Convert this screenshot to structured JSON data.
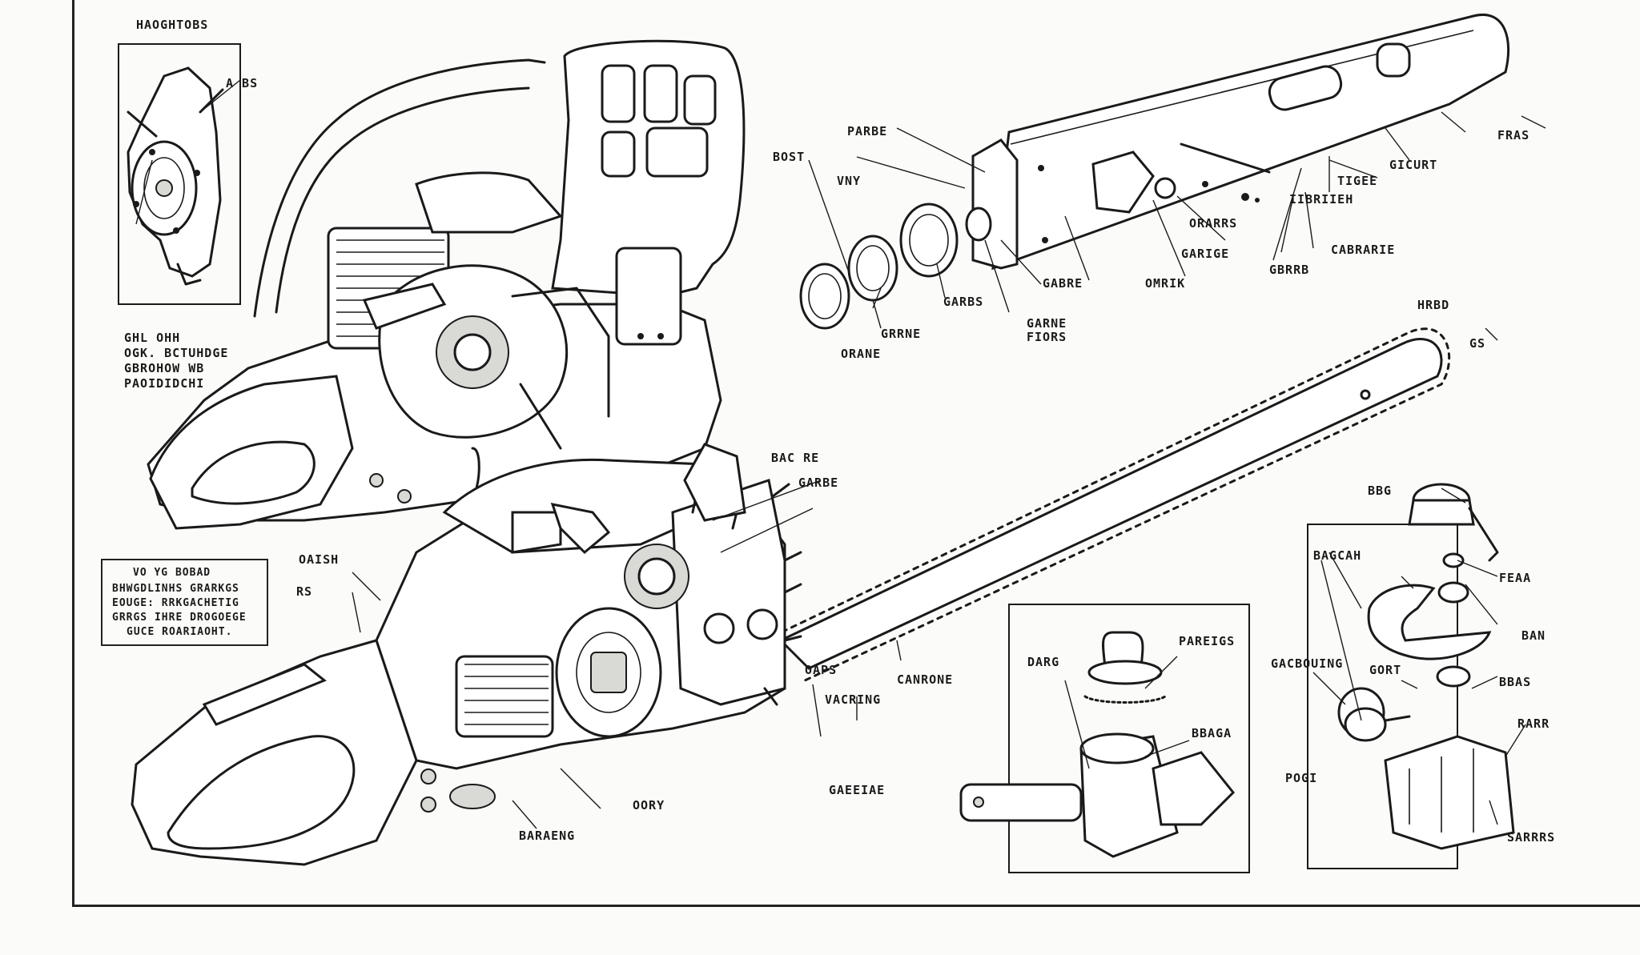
{
  "callouts": [
    {
      "id": "inset-top-left-title",
      "text": "HAOGHTOBS"
    },
    {
      "id": "inset-label-a",
      "text": "A BS"
    },
    {
      "id": "note-left-1",
      "text": "GHL OHH"
    },
    {
      "id": "note-left-2",
      "text": "OGK. BCTUHDGE"
    },
    {
      "id": "note-left-3",
      "text": "GBROHOW WB"
    },
    {
      "id": "note-left-4",
      "text": "PAOIDIDCHI"
    },
    {
      "id": "bar-parbe",
      "text": "PARBE"
    },
    {
      "id": "bar-bost",
      "text": "BOST"
    },
    {
      "id": "bar-vny",
      "text": "VNY"
    },
    {
      "id": "bar-fras",
      "text": "FRAS"
    },
    {
      "id": "bar-gicurt",
      "text": "GICURT"
    },
    {
      "id": "bar-tigee",
      "text": "TIGEE"
    },
    {
      "id": "bar-iibriieh",
      "text": "IIBRIIEH"
    },
    {
      "id": "bar-orarrs",
      "text": "ORARRS"
    },
    {
      "id": "bar-garige",
      "text": "GARIGE"
    },
    {
      "id": "bar-cabrarie",
      "text": "CABRARIE"
    },
    {
      "id": "bar-gabre",
      "text": "GABRE"
    },
    {
      "id": "bar-omrik",
      "text": "OMRIK"
    },
    {
      "id": "bar-gbrrb",
      "text": "GBRRB"
    },
    {
      "id": "bar-garbs",
      "text": "GARBS"
    },
    {
      "id": "bar-garne",
      "text": "GARNE"
    },
    {
      "id": "bar-fiors",
      "text": "FIORS"
    },
    {
      "id": "bar-grrne",
      "text": "GRRNE"
    },
    {
      "id": "bar-orane",
      "text": "ORANE"
    },
    {
      "id": "chain-hrbd",
      "text": "HRBD"
    },
    {
      "id": "chain-gs",
      "text": "GS"
    },
    {
      "id": "mid-bacre",
      "text": "BAC RE"
    },
    {
      "id": "mid-garbe",
      "text": "GARBE"
    },
    {
      "id": "mid-oaish",
      "text": "OAISH"
    },
    {
      "id": "mid-rs",
      "text": "RS"
    },
    {
      "id": "mid-oaps",
      "text": "OAPS"
    },
    {
      "id": "mid-canrone",
      "text": "CANRONE"
    },
    {
      "id": "mid-vacring",
      "text": "VACRING"
    },
    {
      "id": "mid-gaeeiae",
      "text": "GAEEIAE"
    },
    {
      "id": "mid-oory",
      "text": "OORY"
    },
    {
      "id": "mid-baraeng",
      "text": "BARAENG"
    },
    {
      "id": "note-box-1",
      "text": "VO YG BOBAD"
    },
    {
      "id": "note-box-2",
      "text": "BHWGDLINHS GRARKGS"
    },
    {
      "id": "note-box-3",
      "text": "EOUGE: RRKGACHETIG"
    },
    {
      "id": "note-box-4",
      "text": "GRRGS IHRE DROGOEGE"
    },
    {
      "id": "note-box-5",
      "text": "GUCE ROARIAOHT."
    },
    {
      "id": "carb-darg",
      "text": "DARG"
    },
    {
      "id": "carb-pareigs",
      "text": "PAREIGS"
    },
    {
      "id": "carb-bbaga",
      "text": "BBAGA"
    },
    {
      "id": "right-bbg",
      "text": "BBG"
    },
    {
      "id": "right-bagcah",
      "text": "BAGCAH"
    },
    {
      "id": "right-feaa",
      "text": "FEAA"
    },
    {
      "id": "right-ban",
      "text": "BAN"
    },
    {
      "id": "right-gacbouing",
      "text": "GACBOUING"
    },
    {
      "id": "right-gort",
      "text": "GORT"
    },
    {
      "id": "right-bbas",
      "text": "BBAS"
    },
    {
      "id": "right-pogi",
      "text": "POGI"
    },
    {
      "id": "right-rarr",
      "text": "RARR"
    },
    {
      "id": "right-sarrrs",
      "text": "SARRRS"
    }
  ],
  "colors": {
    "ink": "#1a1a1a",
    "paper": "#fbfbf9",
    "shade": "#d9d9d6"
  }
}
